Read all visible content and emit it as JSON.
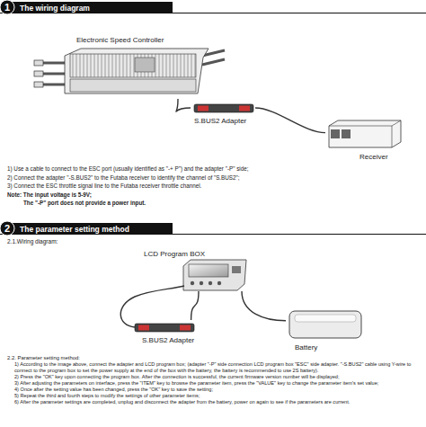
{
  "diagram": {
    "nodes": [
      {
        "text": [
          "Electronic Speed Controller"
        ]
      },
      {
        "text": [
          "S.BUS2 Adapter"
        ]
      },
      {
        "text": [
          "Receiver"
        ]
      },
      {
        "text": [
          "LCD Program BOX"
        ]
      },
      {
        "text": [
          "S.BUS2 Adapter"
        ]
      },
      {
        "text": [
          "Battery"
        ]
      }
    ],
    "edges": [
      {
        "from": 1,
        "to": 0,
        "arrow": "none"
      },
      {
        "from": 1,
        "to": 2,
        "arrow": "none"
      },
      {
        "from": 4,
        "to": 3,
        "arrow": "none"
      },
      {
        "from": 3,
        "to": 5,
        "arrow": "none"
      }
    ],
    "labels": [
      "1",
      "The wiring diagram",
      "1) Use a cable to connect to the ESC port (usually identified as \"-+ P\") and the adapter \"-P\" side;",
      "2) Connect the adapter \"-S.BUS2\" to the Futaba receiver to identify the channel of \"S.BUS2\";",
      "3) Connect the ESC throttle signal line to the Futaba receiver throttle channel.",
      "Note: The input voltage is 5-9V;",
      "The \"-P\" port does not provide a power input.",
      "2",
      "The parameter setting method",
      "2.1.Wiring diagram:",
      "2.2. Parameter setting method:",
      "1) According to the image above, connect the adapter and LCD program box; (adapter \"-P\" side connection LCD program box \"ESC\" side adapter. \"-S.BUS2\" cable using Y-wire to connect to the program box to set the power supply at the end of the box with the battery, the battery is recommended to use 2S battery).",
      "2) Press the \"OK\" key upon connecting the program box. After the connection is successful, the current firmware version number will be displayed;",
      "3) After adjusting the parameters on interface, press the \"ITEM\" key to browse the parameter item, press the \"VALUE\" key to change the parameter item's set value;",
      "4) Once after the setting value has been changed, press the \"OK\" key to save the setting;",
      "5) Repeat the third and fourth steps to modify the settings of other parameter items;",
      "6) After the parameter settings are completed, unplug and disconnect the adapter from the battery, power on again to see if the parameters are current."
    ]
  }
}
